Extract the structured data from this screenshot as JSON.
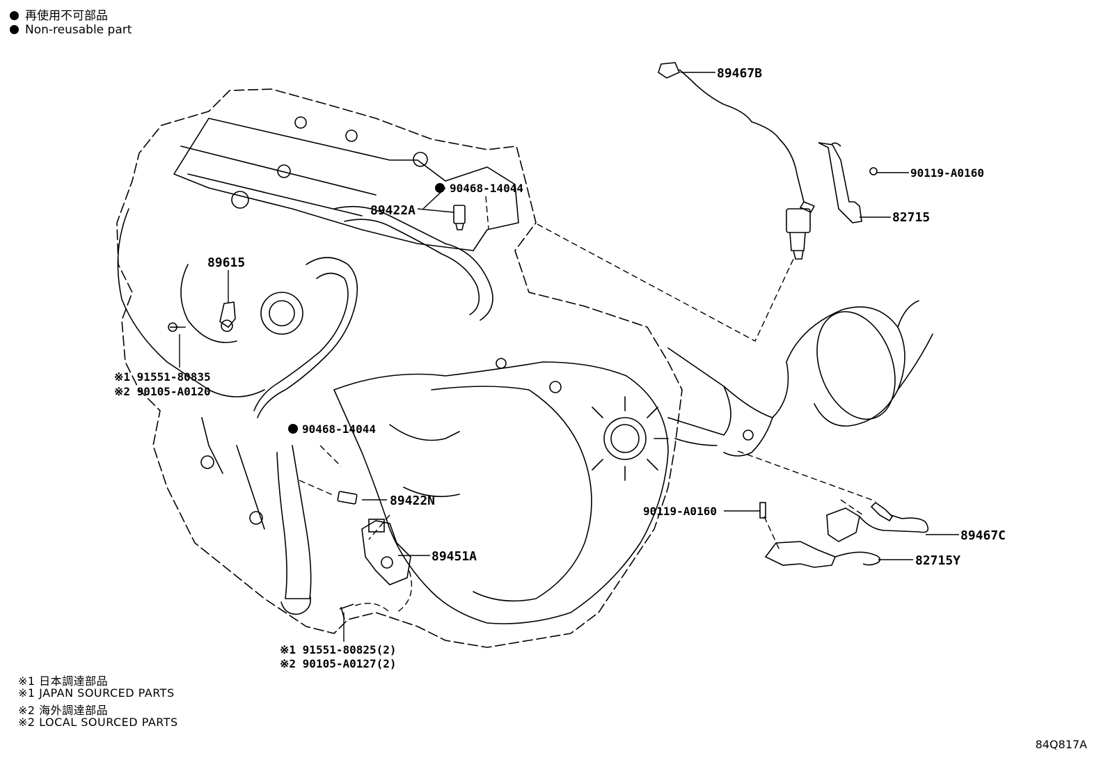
{
  "legend": {
    "non_reusable_jp": "再使用不可部品",
    "non_reusable_en": "Non-reusable part"
  },
  "parts": {
    "p89467B": "89467B",
    "p90119_top": "90119-A0160",
    "p82715": "82715",
    "p90468_top": "90468-14044",
    "p89422A": "89422A",
    "p89615": "89615",
    "bolt1_j": "※1 91551-80835",
    "bolt1_l": "※2 90105-A0120",
    "p90468_mid": "90468-14044",
    "p89422N": "89422N",
    "p89451A": "89451A",
    "bolt2_j": "※1 91551-80825(2)",
    "bolt2_l": "※2 90105-A0127(2)",
    "p90119_bot": "90119-A0160",
    "p89467C": "89467C",
    "p82715Y": "82715Y"
  },
  "notes": {
    "n1_jp": "※1 日本調達部品",
    "n1_en": "※1 JAPAN SOURCED PARTS",
    "n2_jp": "※2 海外調達部品",
    "n2_en": "※2 LOCAL SOURCED PARTS"
  },
  "diagram_id": "84Q817A",
  "colors": {
    "ink": "#000000",
    "paper": "#ffffff"
  }
}
